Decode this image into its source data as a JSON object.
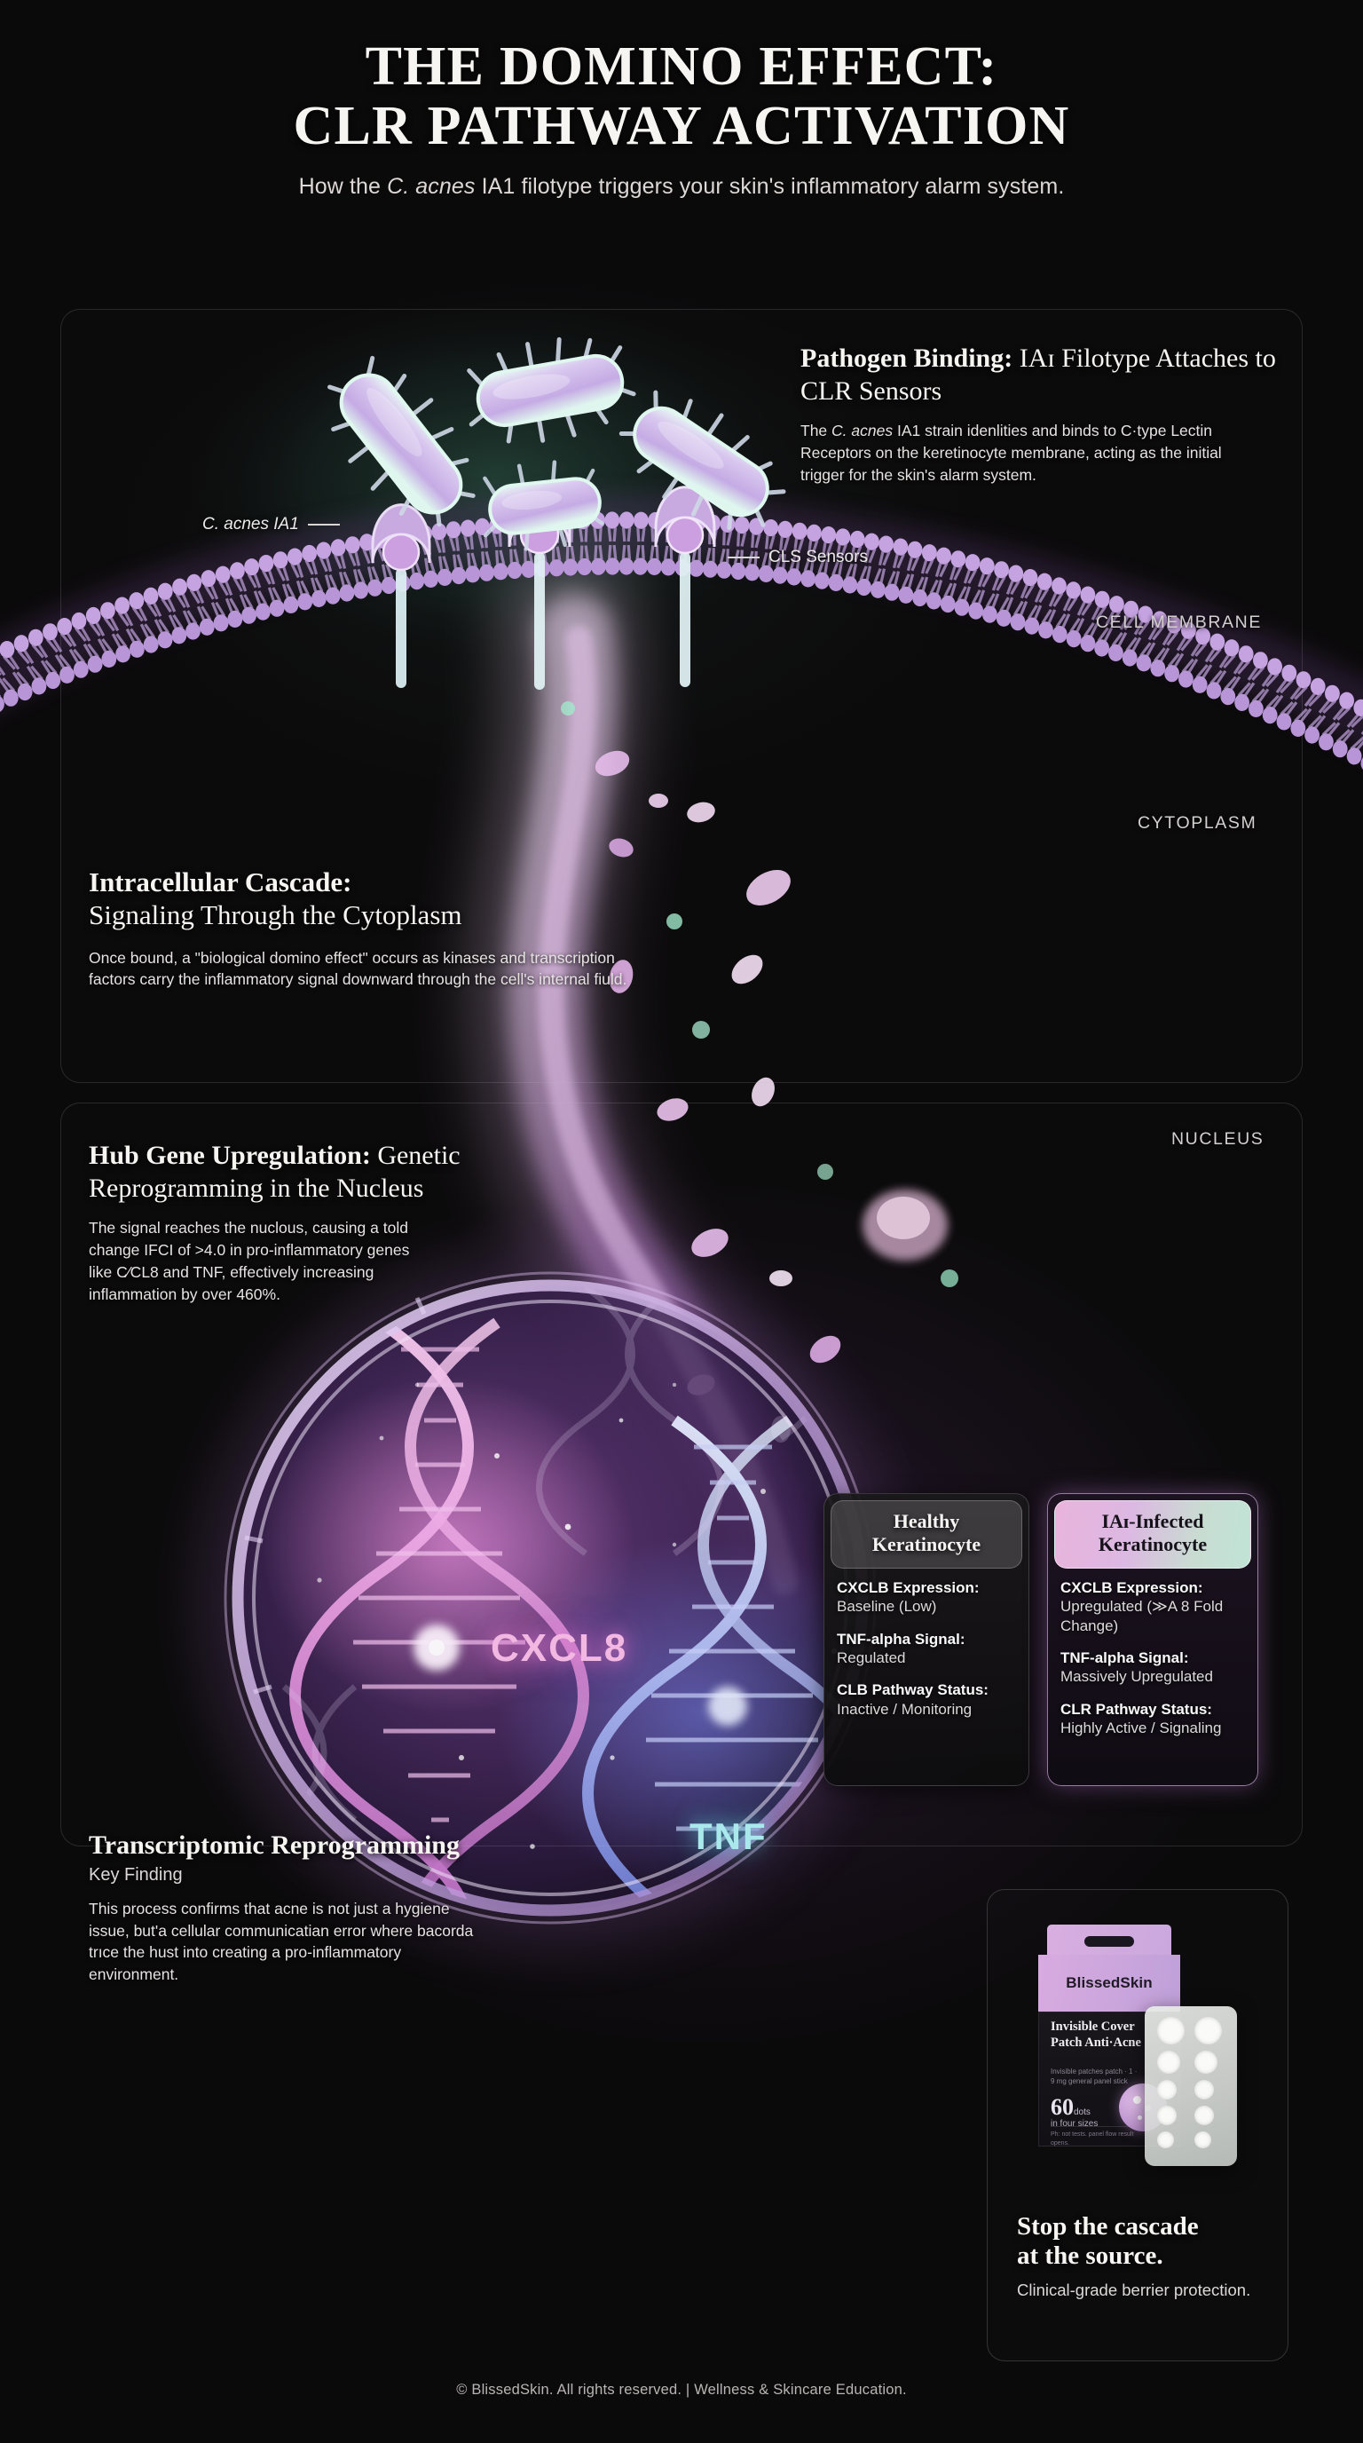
{
  "header": {
    "title_line1": "THE DOMINO EFFECT:",
    "title_line2": "CLR PATHWAY ACTIVATION",
    "subtitle_pre": "How the ",
    "subtitle_italic": "C. acnes",
    "subtitle_post": " IA1 filotype triggers your skin's inflammatory alarm system."
  },
  "sections": {
    "binding": {
      "heading_bold": "Pathogen Binding:",
      "heading_rest": " IAɪ Filotype Attaches to CLR Sensors",
      "body_pre": "The ",
      "body_italic": "C. acnes",
      "body_post": " IA1 strain idenlities and binds to C·type Lectin Receptors on the keretinocyte membrane, acting as the initial trigger for the skin's alarm system."
    },
    "cascade": {
      "heading_line1": "Intracellular Cascade:",
      "heading_line2": "Signaling Through the Cytoplasm",
      "body": "Once bound, a \"biological domino effect\" occurs as kinases and transcription factors carry the inflammatory signal downward through the cell's internal fiuld."
    },
    "hub": {
      "heading_bold": "Hub Gene Upregulation:",
      "heading_rest": " Genetic Reprogramming in the Nucleus",
      "body": "The signal reaches the nuclous, causing a told change IFCI of >4.0 in pro-inflammatory genes like C⁄CL8 and TNF, effectively increasing inflammation by over 460%."
    },
    "transcriptomic": {
      "heading": "Transcriptomic Reprogramming",
      "subheading": "Key Finding",
      "body": "This process confirms that acne is not just a hygiene issue, but'a cellular communicatian error where bacorda trıce the hust into creating a pro-inflammatory environment."
    }
  },
  "diagram": {
    "label_acnes": "C. acnes IA1",
    "label_cls": "CLS Sensors",
    "zone_membrane": "CELL MEMBRANE",
    "zone_cytoplasm": "CYTOPLASM",
    "zone_nucleus": "NUCLEUS",
    "gene_cxcl8": "CXCL8",
    "gene_tnf": "TNF"
  },
  "comparison": {
    "healthy": {
      "title_line1": "Healthy",
      "title_line2": "Keratinocyte",
      "rows": [
        {
          "key": "CXCLB Expression:",
          "value": "Baseline (Low)"
        },
        {
          "key": "TNF-alpha Signal:",
          "value": "Regulated"
        },
        {
          "key": "CLB Pathway Status:",
          "value": "Inactive / Monitoring"
        }
      ]
    },
    "infected": {
      "title_line1": "IAɪ-Infected",
      "title_line2": "Keratinocyte",
      "rows": [
        {
          "key": "CXCLB Expression:",
          "value": "Upregulated (≫A 8 Fold Change)"
        },
        {
          "key": "TNF-alpha Signal:",
          "value": "Massively Upregulated"
        },
        {
          "key": "CLR Pathway Status:",
          "value": "Highly Active / Signaling"
        }
      ]
    }
  },
  "product": {
    "brand": "BlissedSkin",
    "name": "Invisible Cover Patch Anti·Acne",
    "sub": "Invisible patches patch · 1 · 9 mg general panel stick",
    "count": "60",
    "count_unit": "dots",
    "count_note": "in four sizes",
    "fine": "Ph: not  tests. panel flow result opens.",
    "cta_line1": "Stop the cascade",
    "cta_line2": "at the source.",
    "cta_body": "Clinical-grade berrier protection."
  },
  "footer": {
    "text": "© BlissedSkin. All rights reserved. | Wellness & Skincare Education."
  },
  "colors": {
    "background": "#0b0a0b",
    "accent_pink": "#f3b8e2",
    "accent_cyan": "#a9e9ec",
    "membrane_purple": "#c3a0dc",
    "text_primary": "#f6f4f1"
  }
}
